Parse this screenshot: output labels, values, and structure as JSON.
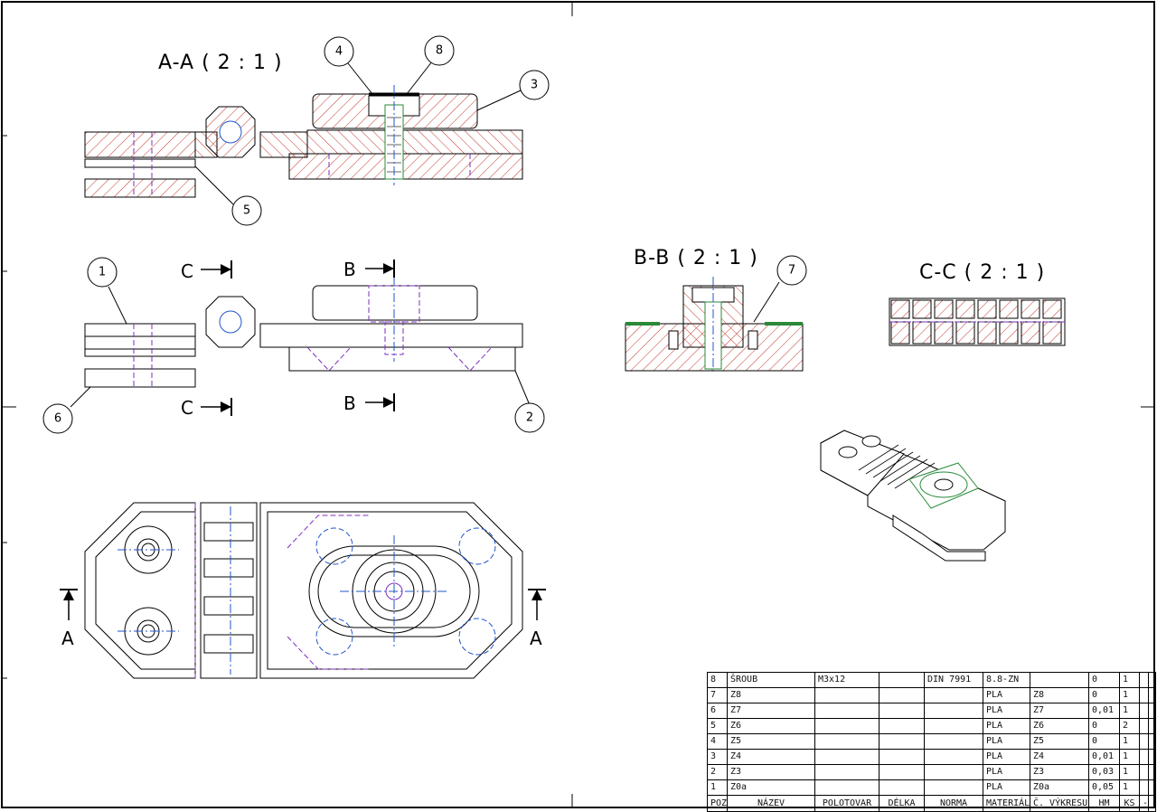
{
  "views": {
    "section_aa": {
      "title": "A-A ( 2 : 1 )"
    },
    "section_bb": {
      "title": "B-B ( 2 : 1 )"
    },
    "section_cc": {
      "title": "C-C ( 2 : 1 )"
    }
  },
  "balloons": {
    "b1": "1",
    "b2": "2",
    "b3": "3",
    "b4": "4",
    "b5": "5",
    "b6": "6",
    "b7": "7",
    "b8": "8"
  },
  "section_markers": {
    "c": "C",
    "b": "B",
    "a": "A"
  },
  "colors": {
    "hatch": "#c0392b",
    "hidden": "#7b2fbf",
    "center": "#2255cc",
    "green": "#2a8a3a",
    "line": "#000000"
  },
  "bom": {
    "headers": [
      "POZ",
      "NÁZEV",
      "POLOTOVAR",
      "DÉLKA",
      "NORMA",
      "MATERIÁL",
      "Č. VÝKRESU",
      "HM",
      "KS",
      "-",
      "-"
    ],
    "rows": [
      [
        "8",
        "ŠROUB",
        "M3x12",
        "",
        "DIN 7991",
        "8.8-ZN",
        "",
        "0",
        "1",
        "",
        ""
      ],
      [
        "7",
        "Z8",
        "",
        "",
        "",
        "PLA",
        "Z8",
        "0",
        "1",
        "",
        ""
      ],
      [
        "6",
        "Z7",
        "",
        "",
        "",
        "PLA",
        "Z7",
        "0,01",
        "1",
        "",
        ""
      ],
      [
        "5",
        "Z6",
        "",
        "",
        "",
        "PLA",
        "Z6",
        "0",
        "2",
        "",
        ""
      ],
      [
        "4",
        "Z5",
        "",
        "",
        "",
        "PLA",
        "Z5",
        "0",
        "1",
        "",
        ""
      ],
      [
        "3",
        "Z4",
        "",
        "",
        "",
        "PLA",
        "Z4",
        "0,01",
        "1",
        "",
        ""
      ],
      [
        "2",
        "Z3",
        "",
        "",
        "",
        "PLA",
        "Z3",
        "0,03",
        "1",
        "",
        ""
      ],
      [
        "1",
        "Z0a",
        "",
        "",
        "",
        "PLA",
        "Z0a",
        "0,05",
        "1",
        "",
        ""
      ]
    ]
  }
}
